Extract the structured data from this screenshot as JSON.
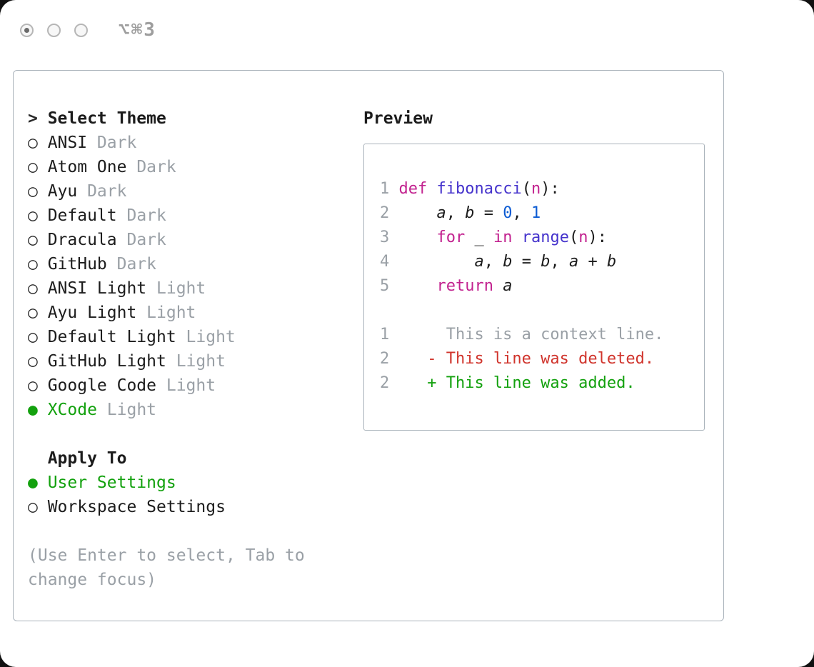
{
  "colors": {
    "green": "#13a10e",
    "red": "#d0342c",
    "keyword": "#c2228f",
    "function": "#4533cc",
    "number": "#0b5bd3",
    "gray": "#9aa0a6"
  },
  "icons": {
    "radio_unselected": "○",
    "radio_selected": "●",
    "header_pointer": ">"
  },
  "titlebar": {
    "hotkey": "⌥⌘3"
  },
  "theme_selector": {
    "header": "Select Theme",
    "options": [
      {
        "name": "ANSI",
        "variant": "Dark",
        "selected": false
      },
      {
        "name": "Atom One",
        "variant": "Dark",
        "selected": false
      },
      {
        "name": "Ayu",
        "variant": "Dark",
        "selected": false
      },
      {
        "name": "Default",
        "variant": "Dark",
        "selected": false
      },
      {
        "name": "Dracula",
        "variant": "Dark",
        "selected": false
      },
      {
        "name": "GitHub",
        "variant": "Dark",
        "selected": false
      },
      {
        "name": "ANSI Light",
        "variant": "Light",
        "selected": false
      },
      {
        "name": "Ayu Light",
        "variant": "Light",
        "selected": false
      },
      {
        "name": "Default Light",
        "variant": "Light",
        "selected": false
      },
      {
        "name": "GitHub Light",
        "variant": "Light",
        "selected": false
      },
      {
        "name": "Google Code",
        "variant": "Light",
        "selected": false
      },
      {
        "name": "XCode",
        "variant": "Light",
        "selected": true
      }
    ]
  },
  "apply_to": {
    "header": "Apply To",
    "options": [
      {
        "label": "User Settings",
        "selected": true
      },
      {
        "label": "Workspace Settings",
        "selected": false
      }
    ]
  },
  "help_text": "(Use Enter to select, Tab to change focus)",
  "preview": {
    "header": "Preview",
    "code_lines": [
      {
        "num": "1",
        "tokens": [
          {
            "s": "kw",
            "t": "def"
          },
          {
            "s": "plain",
            "t": " "
          },
          {
            "s": "fn",
            "t": "fibonacci"
          },
          {
            "s": "plain",
            "t": "("
          },
          {
            "s": "param",
            "t": "n"
          },
          {
            "s": "plain",
            "t": "):"
          }
        ]
      },
      {
        "num": "2",
        "tokens": [
          {
            "s": "plain",
            "t": "    "
          },
          {
            "s": "var",
            "t": "a"
          },
          {
            "s": "plain",
            "t": ", "
          },
          {
            "s": "var",
            "t": "b"
          },
          {
            "s": "plain",
            "t": " = "
          },
          {
            "s": "num",
            "t": "0"
          },
          {
            "s": "plain",
            "t": ", "
          },
          {
            "s": "num",
            "t": "1"
          }
        ]
      },
      {
        "num": "3",
        "tokens": [
          {
            "s": "plain",
            "t": "    "
          },
          {
            "s": "kw",
            "t": "for"
          },
          {
            "s": "plain",
            "t": " _ "
          },
          {
            "s": "kw",
            "t": "in"
          },
          {
            "s": "plain",
            "t": " "
          },
          {
            "s": "fn",
            "t": "range"
          },
          {
            "s": "plain",
            "t": "("
          },
          {
            "s": "param",
            "t": "n"
          },
          {
            "s": "plain",
            "t": "):"
          }
        ]
      },
      {
        "num": "4",
        "tokens": [
          {
            "s": "plain",
            "t": "        "
          },
          {
            "s": "var",
            "t": "a"
          },
          {
            "s": "plain",
            "t": ", "
          },
          {
            "s": "var",
            "t": "b"
          },
          {
            "s": "plain",
            "t": " = "
          },
          {
            "s": "var",
            "t": "b"
          },
          {
            "s": "plain",
            "t": ", "
          },
          {
            "s": "var",
            "t": "a"
          },
          {
            "s": "plain",
            "t": " + "
          },
          {
            "s": "var",
            "t": "b"
          }
        ]
      },
      {
        "num": "5",
        "tokens": [
          {
            "s": "plain",
            "t": "    "
          },
          {
            "s": "kw",
            "t": "return"
          },
          {
            "s": "plain",
            "t": " "
          },
          {
            "s": "var",
            "t": "a"
          }
        ]
      }
    ],
    "diff_lines": [
      {
        "num": "1",
        "kind": "context",
        "text": "     This is a context line."
      },
      {
        "num": "2",
        "kind": "del",
        "text": "   - This line was deleted."
      },
      {
        "num": "2",
        "kind": "add",
        "text": "   + This line was added."
      }
    ]
  }
}
